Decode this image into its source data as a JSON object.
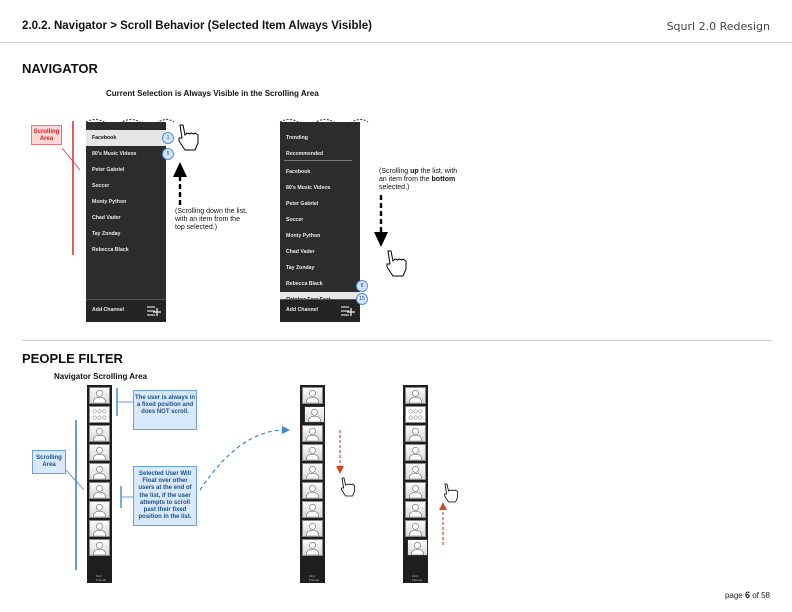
{
  "header": {
    "title": "2.0.2. Navigator > Scroll Behavior (Selected Item Always Visible)",
    "product": "Squrl 2.0 Redesign"
  },
  "navigator": {
    "section_title": "NAVIGATOR",
    "subtitle": "Current Selection is Always Visible in the Scrolling Area",
    "scrolling_area_label": "Scrolling Area",
    "panel1": {
      "items": [
        "Facebook",
        "80's Music Videos",
        "Peter Gabriel",
        "Soccer",
        "Monty Python",
        "Chad Vader",
        "Tay Zonday",
        "Rebecca Black"
      ],
      "footer": "Add Channel",
      "badge_top": "1",
      "badge_second": "5"
    },
    "panel2": {
      "fixed_items": [
        "Trending",
        "Recommended"
      ],
      "items": [
        "Facebook",
        "80's Music Videos",
        "Peter Gabriel",
        "Soccer",
        "Monty Python",
        "Chad Vader",
        "Tay Zonday",
        "Rebecca Black",
        "October Fear Fest"
      ],
      "footer": "Add Channel",
      "badge_top": "8",
      "badge_second": "15"
    },
    "note_down": "(Scrolling down the list, with an item from the top selected.)",
    "note_up_pre": "(Scrolling ",
    "note_up_bold1": "up",
    "note_up_mid": " the list, with an item from the ",
    "note_up_bold2": "bottom",
    "note_up_post": " selected.)"
  },
  "people_filter": {
    "section_title": "PEOPLE FILTER",
    "subtitle": "Navigator Scrolling Area",
    "scrolling_area_label": "Scrolling Area",
    "callout_fixed": "The user is always in a fixed position and does NOT scroll.",
    "callout_float": "Selected User Will Float over other users at the end of the list, if the user attempts to scroll past their fixed position in the list.",
    "footer_label": "Find Friends"
  },
  "footer": {
    "page_prefix": "page ",
    "page_num": "6",
    "page_suffix": " of 58"
  }
}
